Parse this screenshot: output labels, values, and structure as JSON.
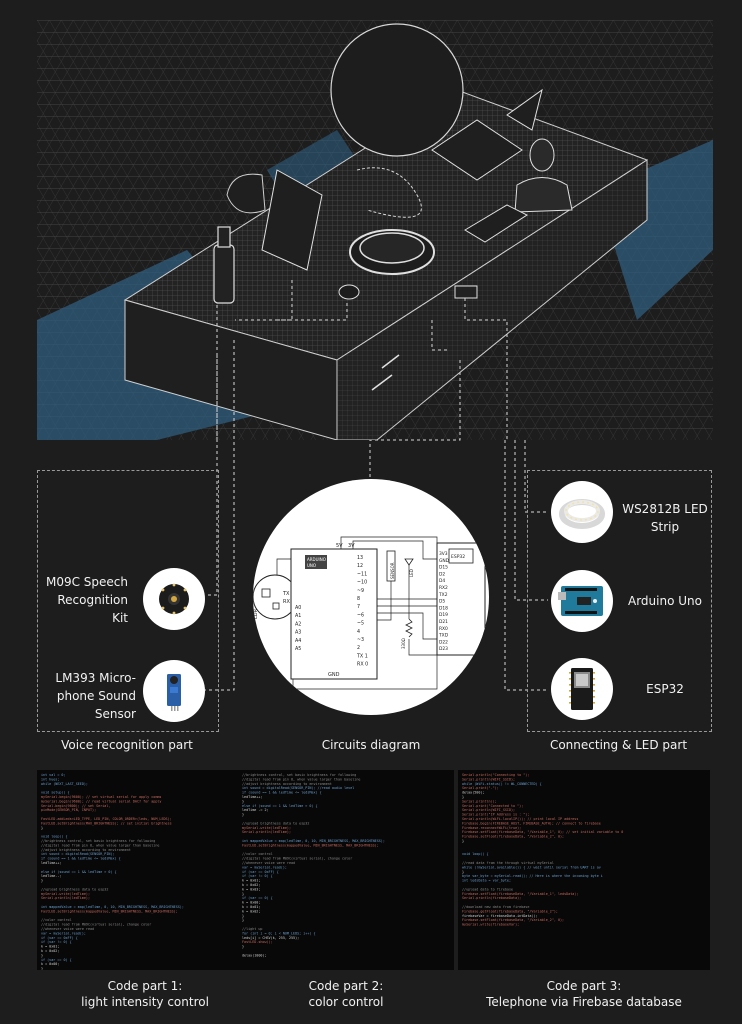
{
  "sections": {
    "voice": {
      "title": "Voice recognition part",
      "components": [
        {
          "label_line1": "M09C Speech",
          "label_line2": "Recognition",
          "label_line3": "Kit",
          "icon": "speech-kit-board-icon"
        },
        {
          "label_line1": "LM393 Micro-",
          "label_line2": "phone Sound",
          "label_line3": "Sensor",
          "icon": "sound-sensor-module-icon"
        }
      ]
    },
    "circuit": {
      "title": "Circuits diagram",
      "pin_labels": {
        "power": [
          "5V",
          "3V"
        ],
        "digital": [
          "13",
          "12",
          "~11",
          "~10",
          "~9",
          "8",
          "7",
          "~6",
          "~5",
          "4",
          "~3",
          "2",
          "TX 1",
          "RX 0"
        ],
        "analog": [
          "A0",
          "A1",
          "A2",
          "A3",
          "A4",
          "A5"
        ],
        "gnd": "GND",
        "uno_tag_line1": "ARDUINO",
        "uno_tag_line2": "UNO",
        "esp_pins": [
          "3V3",
          "GND",
          "D15",
          "D2",
          "D4",
          "RX2",
          "TX2",
          "D5",
          "D18",
          "D19",
          "D21",
          "RX0",
          "TXD",
          "D22",
          "D23"
        ],
        "esp_tag": "ESP32",
        "tx": "TX",
        "rx": "RX",
        "sensor_tag": "SENSOR",
        "led_tag": "LED",
        "resistor_tag": "330Ω",
        "ldr_tag": "LDR"
      }
    },
    "connect": {
      "title": "Connecting & LED part",
      "components": [
        {
          "label_line1": "WS2812B LED",
          "label_line2": "Strip",
          "icon": "led-strip-reel-icon"
        },
        {
          "label_line1": "Arduino Uno",
          "icon": "arduino-uno-board-icon"
        },
        {
          "label_line1": "ESP32",
          "icon": "esp32-module-icon"
        }
      ]
    }
  },
  "code_parts": [
    {
      "caption_line1": "Code part 1:",
      "caption_line2": "light intensity control",
      "lines": [
        "int val = 0;",
        "int hues;",
        "while (NEXT_LAST_SEED);",
        "",
        "void setup() {",
        "  mySerial.begin(9600);          // set virtual serial for apply comms",
        "  mySerial.begin(9600);          // read virtual serial DAC? for apply",
        "  Serial.begin(9600);            // set Serial,",
        "  pinMode(SENSOR_PIN, INPUT);",
        "",
        "  FastLED.addLeds<LED_TYPE, LED_PIN, COLOR_ORDER>(leds, NUM_LEDS);",
        "  FastLED.setBrightness(MAX_BRIGHTNESS);  // set initial brightness",
        "}",
        "",
        "void loop() {",
        "  //brightness control, set basic brightness for following",
        "  //digital read from pin 8, when value larger than baseline",
        "  //adjust brightness according to environment",
        "  int sound = digitalRead(SENSOR_PIN);",
        "  if (sound == 1 && ledTime <= ledsMax) {",
        "    ledTime++;",
        "",
        "  else if (sound == 1 && ledTime > 0) {",
        "    ledTime--;",
        "  }",
        "",
        "  //upload brightness data to esp32",
        "  mySerial.write(ledTime);",
        "  Serial.println(ledTime);",
        "",
        "  int mappedValue = map(ledTime, 0, 10, MIN_BRIGHTNESS, MAX_BRIGHTNESS);",
        "  FastLED.setBrightness(mappedValue, MIN_BRIGHTNESS, MAX_BRIGHTNESS);",
        "",
        "  //color control",
        "  //digital read from M09C(virtual serial), change color",
        "  //whenever voice were read",
        "  var = mySerial.read();",
        "  if (var == 0xFF) {",
        "    if (var != 0) {",
        "      k = 0x01;",
        "      k = 0x02;",
        "    }",
        "    if (var == 0) {",
        "      k = 0x00;",
        "    }",
        "  }"
      ]
    },
    {
      "caption_line1": "Code part 2:",
      "caption_line2": "color control",
      "lines": [
        "//brightness control, set basic brightness for following",
        "//digital read from pin 8, when value larger than baseline",
        "//adjust brightness according to environment",
        "int sound = digitalRead(SENSOR_PIN);   //read audio level",
        "if (sound == 1 && ledTime <= ledsMax) {",
        "  ledTime++;",
        "}",
        "else if (sound == 1 && ledTime > 0) {",
        "  ledTime -= 2;",
        "}",
        "",
        "//upload brightness data to esp32",
        "mySerial.write(ledTime);",
        "Serial.println(ledTime);",
        "",
        "int mappedValue = map(ledTime, 0, 10, MIN_BRIGHTNESS, MAX_BRIGHTNESS);",
        "FastLED.setBrightness(mappedValue, MIN_BRIGHTNESS, MAX_BRIGHTNESS);",
        "",
        "//color control",
        "//digital read from M09C(virtual serial), change color",
        "//whenever voice were read",
        "var = mySerial.read();",
        "  if (var == 0xFF) {",
        "    if (var != 0) {",
        "      k = 0x01;",
        "      k = 0x02;",
        "      k = 0x03;",
        "    }",
        "    if (var == 0) {",
        "      k = 0x00;",
        "      k = 0x01;",
        "      k = 0x02;",
        "    }",
        "  }",
        "",
        "  //light up",
        "  for (int i = 0; i < NUM_LEDS; i++) {",
        "    leds[i] = CHSV(k, 255, 255);",
        "  FastLED.show();",
        "  }",
        "",
        "delay(1000);"
      ]
    },
    {
      "caption_line1": "Code part 3:",
      "caption_line2": "Telephone via Firebase database",
      "lines": [
        "Serial.println(\"Connecting to \");",
        "Serial.println(WIFI_SSID);",
        "while (WiFi.status() != WL_CONNECTED) {",
        "  Serial.print(\".\");",
        "  delay(500);",
        "}",
        "Serial.println();",
        "Serial.print(\"Connected to \");",
        "Serial.println(WIFI_SSID);",
        "Serial.print(\"IP Address is : \");",
        "Serial.println(WiFi.localIP());          // print local IP address",
        "Firebase.begin(FIREBASE_HOST, FIREBASE_AUTH);   // connect to firebase",
        "Firebase.reconnectWiFi(true);",
        "Firebase.setFloat(firebaseData, \"/Variable_1\", 0);  // set initial variable to 0",
        "Firebase.setFloat(firebaseData, \"/Variable_2\", 0);",
        "}",
        "",
        "",
        "void loop() {",
        "",
        "//read data from the through virtual mySerial",
        "while (!mySerial.available()) {         // wait until serial from UART is av",
        "}",
        "byte var_byte = mySerial.read();         // Here is where the incoming byte i",
        "int ledsData = var_byte;",
        "",
        "//upload data to firebase",
        "Firebase.setFloat(firebaseData, \"/Variable_1\", ledsData);",
        "Serial.println(firebaseData);",
        "",
        "//download new data from firebase",
        "Firebase.getFloat(firebaseData, \"/Variable_2\");",
        "firebaseVar = firebaseData.intData();",
        "Firebase.setFloat(firebaseData, \"/Variable_2\", 0);",
        "mySerial.write(firebaseVar);"
      ]
    }
  ],
  "colors": {
    "background": "#1d1d1d",
    "accent_blue": "#2f5d7e",
    "grid": "#4a4a4a",
    "panel": "#080808",
    "text": "#f2f2f2",
    "code_red": "#c96a5e",
    "code_blue": "#6a9fd0",
    "code_gray": "#8a8a8a"
  }
}
